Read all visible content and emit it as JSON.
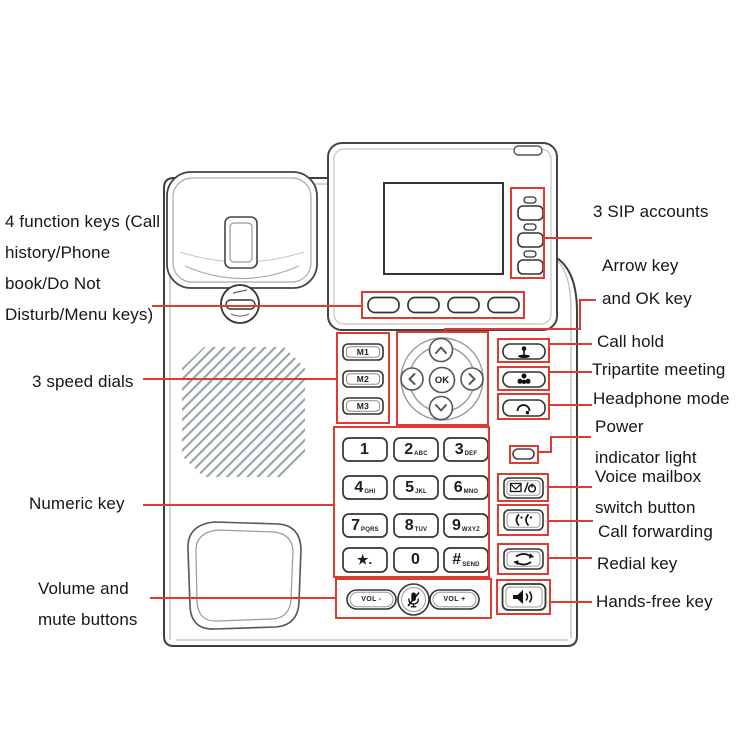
{
  "colors": {
    "annotation": "#dc3c32",
    "line_art": "#3f3f3f",
    "grille": "#97a3a7"
  },
  "callouts": {
    "left": [
      {
        "text": "4 function keys (Call\nhistory/Phone\nbook/Do Not\nDisturb/Menu keys)"
      },
      {
        "text": "3 speed dials"
      },
      {
        "text": "Numeric key"
      },
      {
        "text": "Volume and\nmute buttons"
      }
    ],
    "right": [
      {
        "text": "3 SIP accounts"
      },
      {
        "text": "Arrow key\nand OK key"
      },
      {
        "text": "Call hold"
      },
      {
        "text": "Tripartite meeting"
      },
      {
        "text": "Headphone mode"
      },
      {
        "text": "Power\nindicator light"
      },
      {
        "text": "Voice mailbox\nswitch button"
      },
      {
        "text": "Call forwarding"
      },
      {
        "text": "Redial key"
      },
      {
        "text": "Hands-free key"
      }
    ]
  },
  "phone": {
    "speed_dials": [
      {
        "label": "M1"
      },
      {
        "label": "M2"
      },
      {
        "label": "M3"
      }
    ],
    "dpad": {
      "ok_label": "OK"
    },
    "volume": {
      "minus_label": "VOL -",
      "plus_label": "VOL +"
    },
    "keypad": [
      {
        "digit": "1",
        "letters": ""
      },
      {
        "digit": "2",
        "letters": "ABC"
      },
      {
        "digit": "3",
        "letters": "DEF"
      },
      {
        "digit": "4",
        "letters": "GHI"
      },
      {
        "digit": "5",
        "letters": "JKL"
      },
      {
        "digit": "6",
        "letters": "MNO"
      },
      {
        "digit": "7",
        "letters": "PQRS"
      },
      {
        "digit": "8",
        "letters": "TUV"
      },
      {
        "digit": "9",
        "letters": "WXYZ"
      },
      {
        "digit": "★.",
        "letters": ""
      },
      {
        "digit": "0",
        "letters": ""
      },
      {
        "digit": "#",
        "letters": "SEND"
      }
    ]
  }
}
